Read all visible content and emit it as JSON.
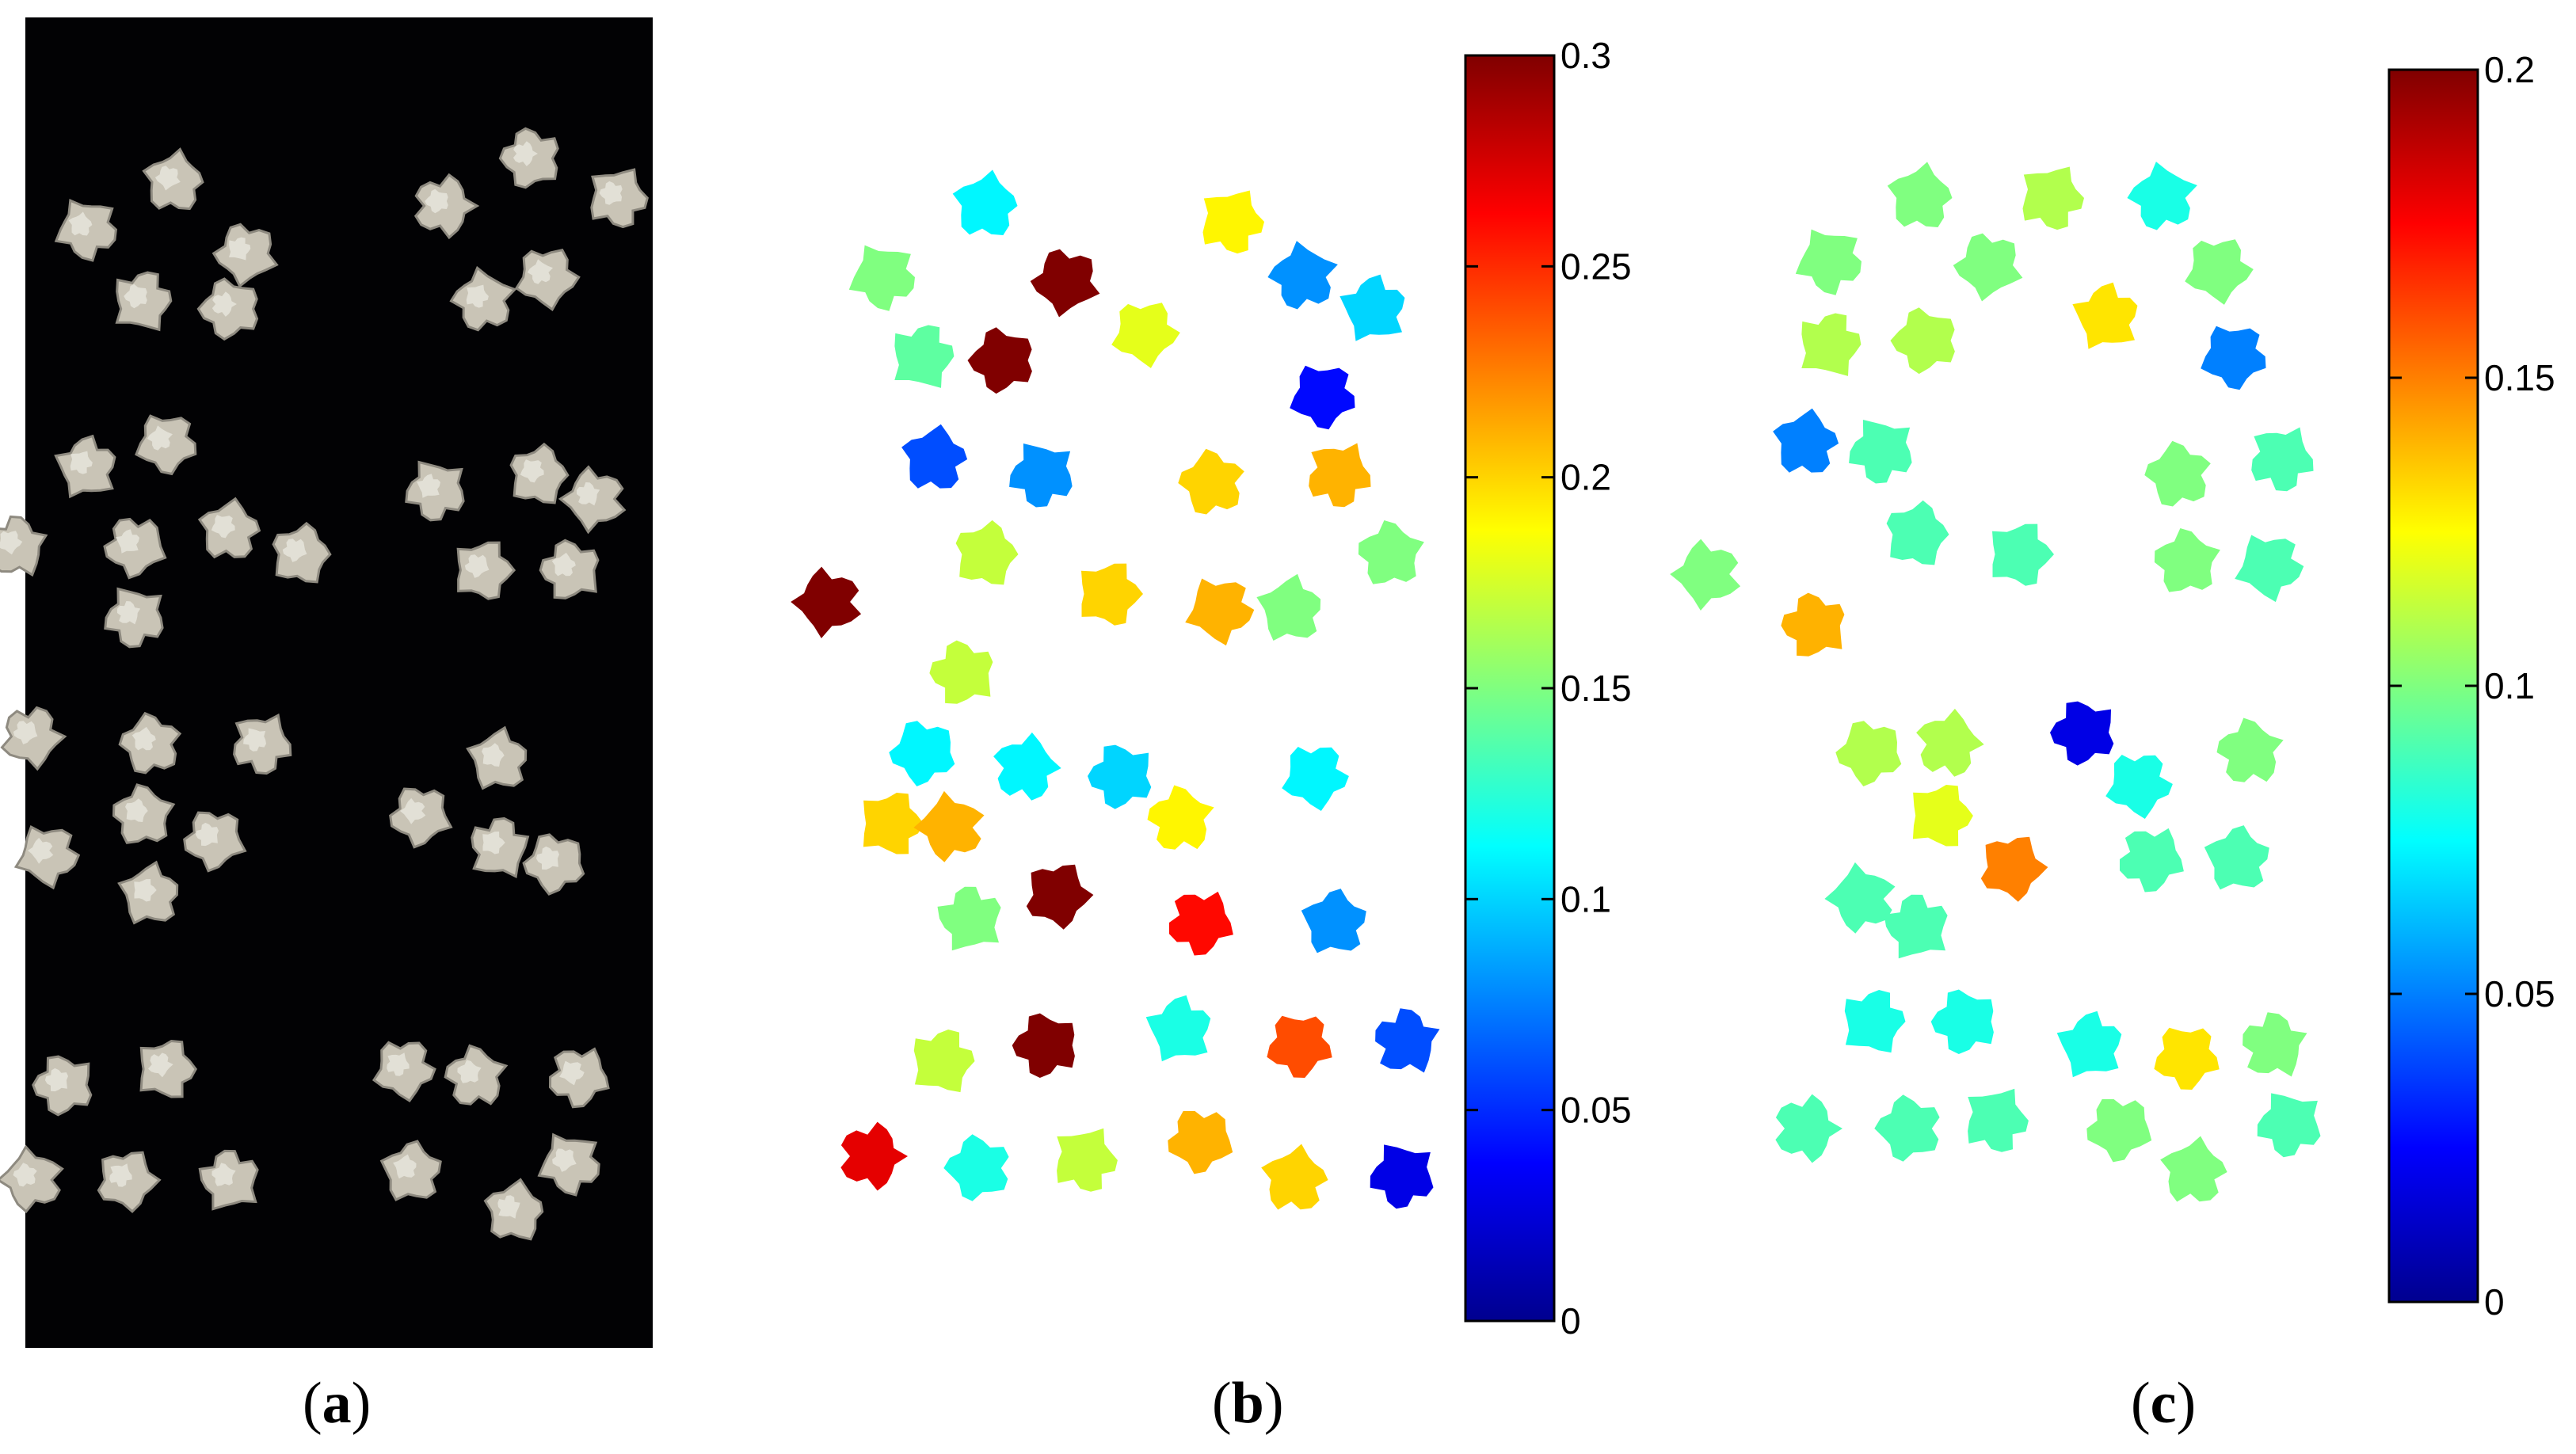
{
  "panels": [
    {
      "id": "a",
      "label_open": "(",
      "label_letter": "a",
      "label_close": ")"
    },
    {
      "id": "b",
      "label_open": "(",
      "label_letter": "b",
      "label_close": ")"
    },
    {
      "id": "c",
      "label_open": "(",
      "label_letter": "c",
      "label_close": ")"
    }
  ],
  "colorbar_b": {
    "colormap": "jet",
    "range": [
      0,
      0.3
    ],
    "ticks": [
      {
        "value": 0,
        "label": "0"
      },
      {
        "value": 0.05,
        "label": "0.05"
      },
      {
        "value": 0.1,
        "label": "0.1"
      },
      {
        "value": 0.15,
        "label": "0.15"
      },
      {
        "value": 0.2,
        "label": "0.2"
      },
      {
        "value": 0.25,
        "label": "0.25"
      },
      {
        "value": 0.3,
        "label": "0.3"
      }
    ]
  },
  "colorbar_c": {
    "colormap": "jet",
    "range": [
      0,
      0.2
    ],
    "ticks": [
      {
        "value": 0,
        "label": "0"
      },
      {
        "value": 0.05,
        "label": "0.05"
      },
      {
        "value": 0.1,
        "label": "0.1"
      },
      {
        "value": 0.15,
        "label": "0.15"
      },
      {
        "value": 0.2,
        "label": "0.2"
      }
    ]
  },
  "seed_values_b": [
    [
      0.15,
      0.11,
      0.3,
      0.14,
      0.3
    ],
    [
      0.19,
      0.08,
      0.18,
      0.1,
      0.04
    ],
    [
      0.06,
      0.08,
      0.17,
      0.3,
      0.2,
      0.17
    ],
    [
      0.2,
      0.21,
      0.15,
      0.21,
      0.15
    ],
    [
      0.11,
      0.11,
      0.1,
      0.2,
      0.21,
      0.3,
      0.15
    ],
    [
      0.11,
      0.19,
      0.26,
      0.08
    ],
    [
      0.17,
      0.3,
      0.27,
      0.12,
      0.17
    ],
    [
      0.12,
      0.24,
      0.06,
      0.21,
      0.2,
      0.03
    ]
  ],
  "seed_values_c": [
    [
      0.1,
      0.1,
      0.1,
      0.11,
      0.11
    ],
    [
      0.11,
      0.08,
      0.1,
      0.13,
      0.05
    ],
    [
      0.05,
      0.09,
      0.09,
      0.1,
      0.09,
      0.14
    ],
    [
      0.1,
      0.09,
      0.1,
      0.09,
      0.09
    ],
    [
      0.11,
      0.11,
      0.02,
      0.12,
      0.09,
      0.15,
      0.09
    ],
    [
      0.08,
      0.1,
      0.09,
      0.09
    ],
    [
      0.08,
      0.08,
      0.09,
      0.09,
      0.09
    ],
    [
      0.08,
      0.13,
      0.1,
      0.1,
      0.1,
      0.09
    ]
  ]
}
